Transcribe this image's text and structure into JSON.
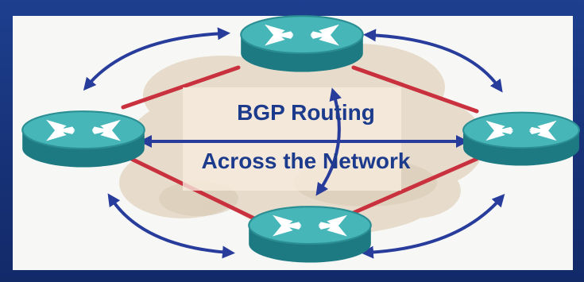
{
  "caption": {
    "line1": "BGP Routing",
    "line2": "Across the Network"
  },
  "colors": {
    "background_blue": "#1a3a86",
    "link_red": "#c9313e",
    "arrow_blue": "#283c9c",
    "router_teal": "#2f9ea3",
    "cloud": "#e7dccb"
  },
  "diagram": {
    "routers": [
      "router-top",
      "router-left",
      "router-right",
      "router-bottom"
    ],
    "icons": [
      "cloud-icon",
      "router-icon"
    ]
  }
}
